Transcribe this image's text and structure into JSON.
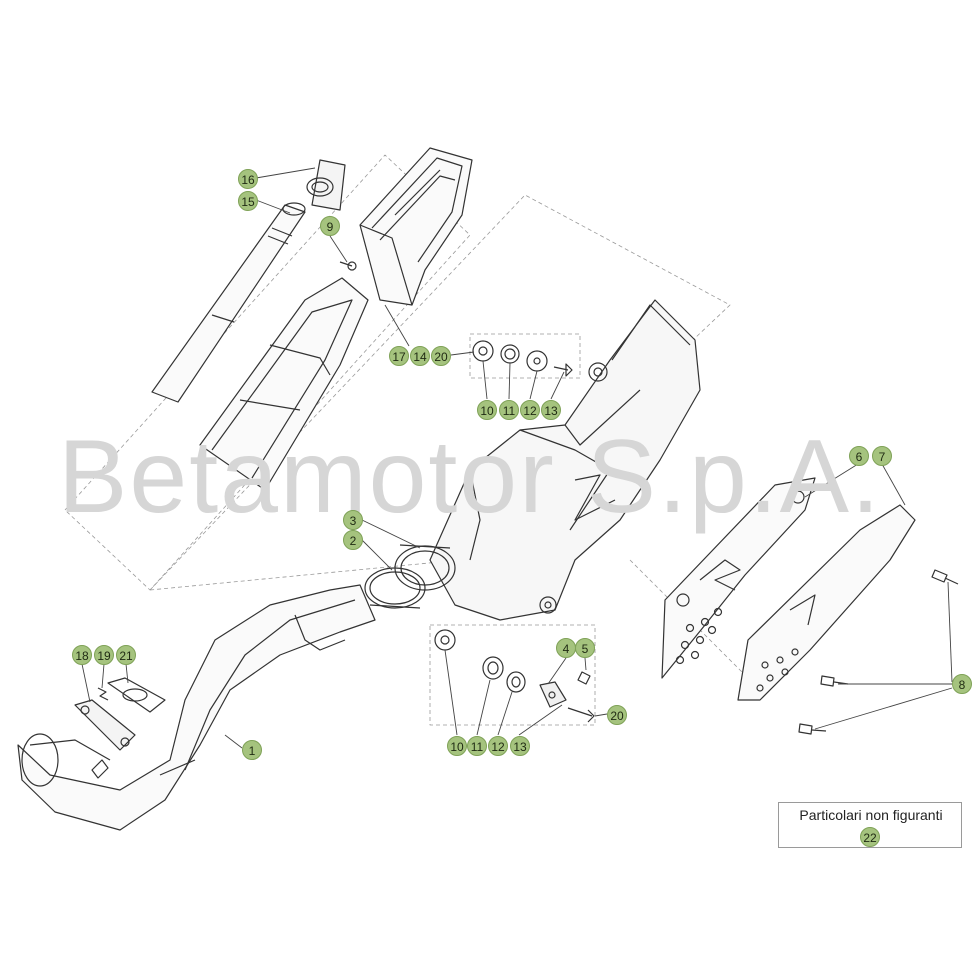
{
  "watermark": "Betamotor S.p.A.",
  "callouts": {
    "c1": "1",
    "c2": "2",
    "c3": "3",
    "c4": "4",
    "c5": "5",
    "c6": "6",
    "c7": "7",
    "c8": "8",
    "c9": "9",
    "c10a": "10",
    "c11a": "11",
    "c12a": "12",
    "c13a": "13",
    "c14": "14",
    "c15": "15",
    "c16": "16",
    "c17": "17",
    "c18": "18",
    "c19": "19",
    "c20a": "20",
    "c21": "21",
    "c10b": "10",
    "c11b": "11",
    "c12b": "12",
    "c13b": "13",
    "c20b": "20"
  },
  "legend": {
    "label": "Particolari non figuranti",
    "number": "22"
  },
  "colors": {
    "callout_fill": "#a5c37e",
    "line": "#333333",
    "watermark": "#d6d6d6"
  }
}
